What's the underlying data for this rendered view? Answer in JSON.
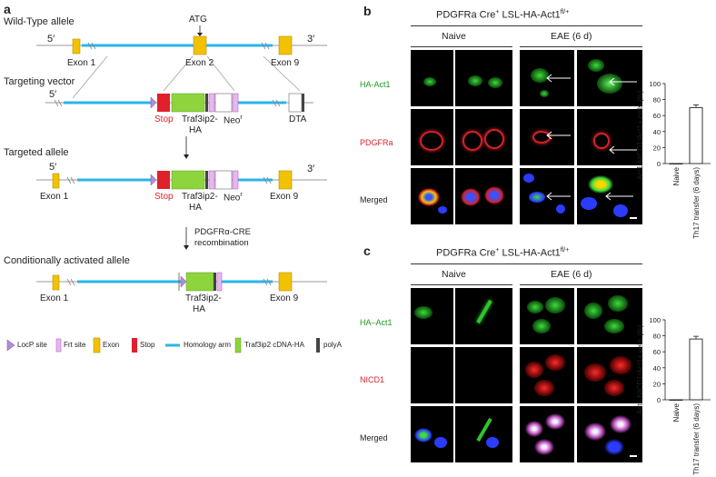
{
  "panel_a": {
    "letter": "a",
    "wildtype": {
      "title": "Wild-Type allele",
      "five": "5′",
      "three": "3′",
      "atg": "ATG",
      "exon1": "Exon 1",
      "exon2": "Exon 2",
      "exon9": "Exon 9"
    },
    "targeting": {
      "title": "Targeting vector",
      "five": "5′",
      "stop": "Stop",
      "traf_line1": "Traf3ip2-",
      "traf_line2": "HA",
      "neo": "Neo",
      "neo_sup": "r",
      "dta": "DTA"
    },
    "targeted": {
      "title": "Targeted allele",
      "five": "5′",
      "three": "3′",
      "exon1": "Exon 1",
      "exon9": "Exon 9",
      "stop": "Stop",
      "traf_line1": "Traf3ip2-",
      "traf_line2": "HA",
      "neo": "Neo",
      "neo_sup": "r"
    },
    "recombination_line1": "PDGFRα-CRE",
    "recombination_line2": "recombination",
    "conditional": {
      "title": "Conditionally activated allele",
      "exon1": "Exon 1",
      "exon9": "Exon 9",
      "traf_line1": "Traf3ip2-",
      "traf_line2": "HA"
    },
    "legend": [
      "LocP site",
      "Frt site",
      "Exon",
      "Stop",
      "Homology arm",
      "Traf3ip2 cDNA-HA",
      "polyA"
    ],
    "colors": {
      "homology": "#29b6e8",
      "exon": "#f2c200",
      "stop": "#e0202a",
      "traf": "#8ed43c",
      "polyA": "#444444",
      "frt": "#b04fc4",
      "locp": "#b58bd6"
    }
  },
  "panel_b": {
    "letter": "b",
    "genotype": "PDGFRa Cre",
    "genotype_sup1": "+",
    "genotype_mid": " LSL-HA-Act1",
    "genotype_sup2": "fl/+",
    "group1": "Naive",
    "group2": "EAE (6 d)",
    "rows": [
      "HA-Act1",
      "PDGFRa",
      "Merged"
    ],
    "chart_data": {
      "type": "bar",
      "categories": [
        "Naive",
        "Th17 transfer (6 days)"
      ],
      "values": [
        0,
        70
      ],
      "ylabel": "Act1-NICD1/Act1+ cells (%)",
      "ylim": [
        0,
        100
      ],
      "yticks": [
        "0",
        "20",
        "40",
        "60",
        "80",
        "100"
      ]
    }
  },
  "panel_c": {
    "letter": "c",
    "genotype": "PDGFRa Cre",
    "genotype_sup1": "+",
    "genotype_mid": " LSL-HA-Act1",
    "genotype_sup2": "fl/+",
    "group1": "Naive",
    "group2": "EAE (6 d)",
    "rows": [
      "HA–Act1",
      "NICD1",
      "Merged"
    ],
    "chart_data": {
      "type": "bar",
      "categories": [
        "Naive",
        "Th17 transfer (6 days)"
      ],
      "values": [
        0,
        76
      ],
      "ylabel": "Act1-NICD1/Act1+ cells (%)",
      "ylim": [
        0,
        100
      ],
      "yticks": [
        "0",
        "20",
        "40",
        "60",
        "80",
        "100"
      ]
    }
  }
}
